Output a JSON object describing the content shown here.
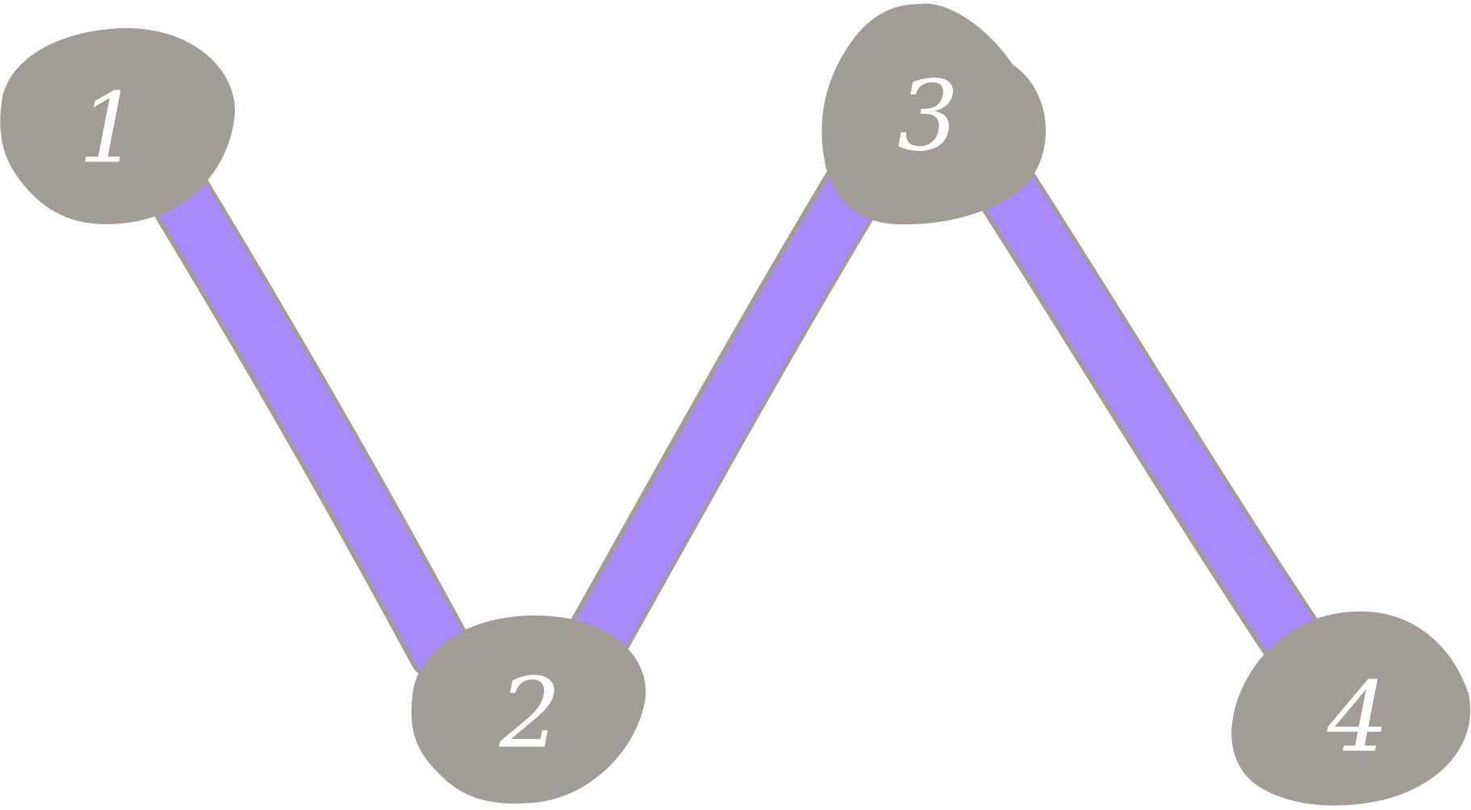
{
  "colors": {
    "background": "#ffffff",
    "node_fill": "#a19c95",
    "edge_fill": "#aa8afc",
    "edge_outline": "#a19c95",
    "label_color": "#ffffff"
  },
  "graph": {
    "nodes": [
      {
        "id": "n1",
        "label": "1"
      },
      {
        "id": "n2",
        "label": "2"
      },
      {
        "id": "n3",
        "label": "3"
      },
      {
        "id": "n4",
        "label": "4"
      }
    ],
    "edges": [
      {
        "from": "n1",
        "to": "n2"
      },
      {
        "from": "n2",
        "to": "n3"
      },
      {
        "from": "n3",
        "to": "n4"
      }
    ]
  }
}
